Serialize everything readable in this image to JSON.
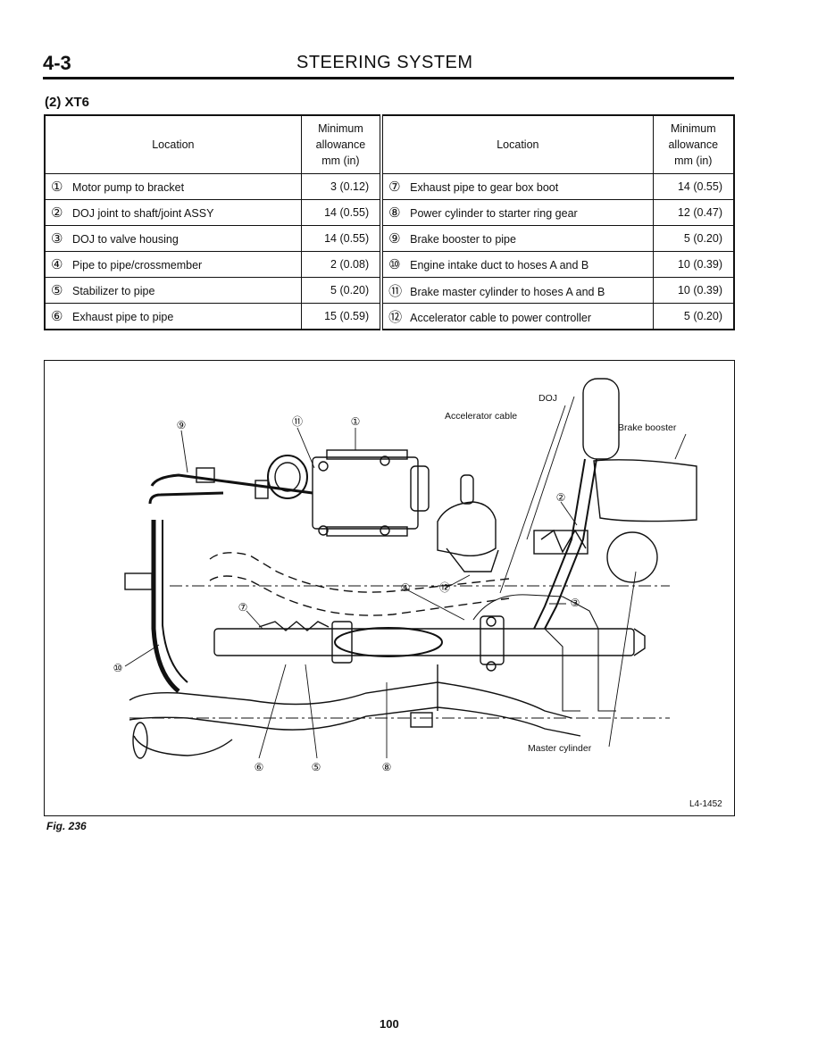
{
  "header": {
    "section_number": "4-3",
    "section_title": "STEERING SYSTEM"
  },
  "subheading": "(2) XT6",
  "table": {
    "col_location": "Location",
    "col_allowance_line1": "Minimum",
    "col_allowance_line2": "allowance",
    "col_allowance_line3": "mm (in)",
    "rows": [
      {
        "ln": "①",
        "l": "Motor pump to bracket",
        "lv": "3 (0.12)",
        "rn": "⑦",
        "r": "Exhaust pipe to gear box boot",
        "rv": "14 (0.55)"
      },
      {
        "ln": "②",
        "l": "DOJ joint to shaft/joint ASSY",
        "lv": "14 (0.55)",
        "rn": "⑧",
        "r": "Power cylinder to starter ring gear",
        "rv": "12 (0.47)"
      },
      {
        "ln": "③",
        "l": "DOJ to valve housing",
        "lv": "14 (0.55)",
        "rn": "⑨",
        "r": "Brake booster to pipe",
        "rv": "5 (0.20)"
      },
      {
        "ln": "④",
        "l": "Pipe to pipe/crossmember",
        "lv": "2 (0.08)",
        "rn": "⑩",
        "r": "Engine intake duct to hoses A and B",
        "rv": "10 (0.39)"
      },
      {
        "ln": "⑤",
        "l": "Stabilizer to pipe",
        "lv": "5 (0.20)",
        "rn": "⑪",
        "r": "Brake master cylinder to hoses A and B",
        "rv": "10 (0.39)"
      },
      {
        "ln": "⑥",
        "l": "Exhaust pipe to pipe",
        "lv": "15 (0.59)",
        "rn": "⑫",
        "r": "Accelerator cable to power controller",
        "rv": "5 (0.20)"
      }
    ]
  },
  "figure": {
    "labels": {
      "doj": "DOJ",
      "accelerator_cable": "Accelerator cable",
      "brake_booster": "Brake booster",
      "master_cylinder": "Master cylinder",
      "ref": "L4-1452"
    },
    "callouts": {
      "c1": "①",
      "c2": "②",
      "c3": "③",
      "c4": "④",
      "c5": "⑤",
      "c6": "⑥",
      "c7": "⑦",
      "c8": "⑧",
      "c9": "⑨",
      "c10": "⑩",
      "c11": "⑪",
      "c12": "⑫"
    },
    "caption": "Fig. 236"
  },
  "page_number": "100"
}
